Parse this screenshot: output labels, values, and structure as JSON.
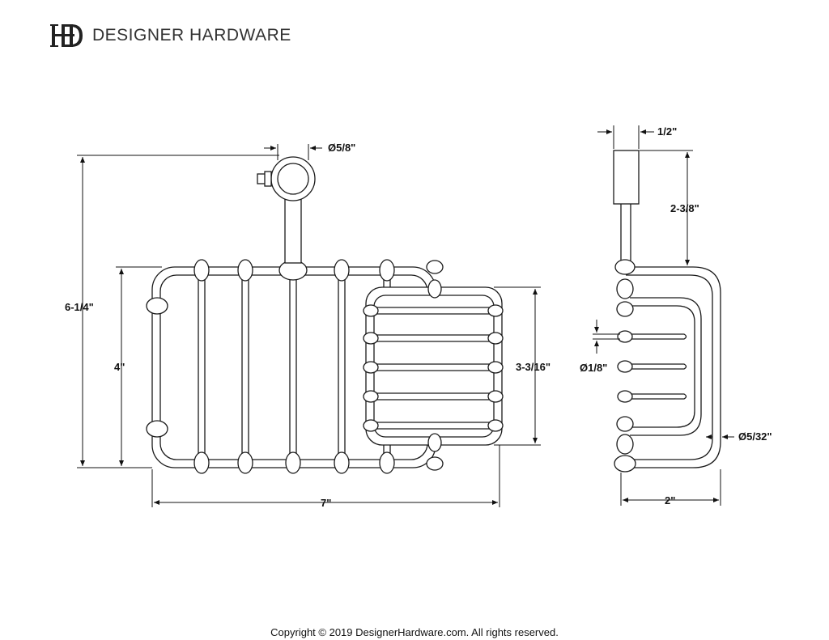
{
  "header": {
    "logo_icon": "dh-monogram-icon",
    "logo_letters": "DH",
    "brand_name": "DESIGNER HARDWARE"
  },
  "drawing": {
    "front_view": {
      "overall_height": "6-1/4\"",
      "rack_height": "4\"",
      "overall_width": "7\"",
      "ring_diameter": "Ø5/8\"",
      "soap_dish_height": "3-3/16\""
    },
    "side_view": {
      "post_width": "1/2\"",
      "post_height": "2-3/8\"",
      "wire_diameter": "Ø1/8\"",
      "rod_diameter": "Ø5/32\"",
      "depth": "2\""
    },
    "line_color": "#1a1a1a",
    "fill_color": "#ffffff"
  },
  "footer": {
    "copyright": "Copyright © 2019 DesignerHardware.com. All rights reserved."
  }
}
